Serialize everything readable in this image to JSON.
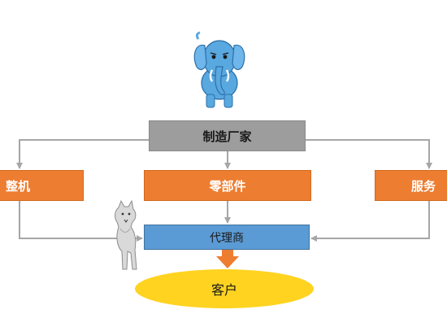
{
  "nodes": {
    "maker": "制造厂家",
    "parts": "零部件",
    "complete_machine": "整机",
    "service": "服务",
    "agent": "代理商",
    "customer": "客户"
  },
  "illustrations": [
    "elephant",
    "wolf"
  ],
  "colors": {
    "maker_box": "#9d9d9d",
    "orange_box": "#ed7d31",
    "agent_box": "#5b9bd5",
    "customer_ellipse": "#ffd320",
    "connector": "#a6a6a6",
    "flow_arrow": "#ed7d31",
    "elephant": "#5aa8e0"
  }
}
